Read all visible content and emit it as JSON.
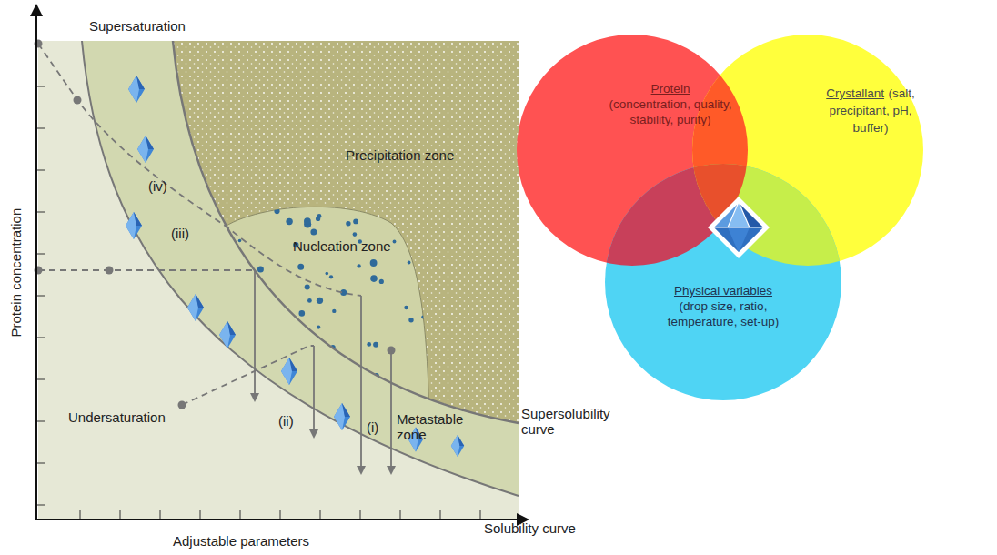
{
  "diagram": {
    "nodes": [
      {
        "text": [
          "Protein",
          "(concentration, quality, stability, purity)"
        ]
      },
      {
        "text": [
          "Crystallant",
          "(salt, precipitant, pH, buffer)"
        ]
      },
      {
        "text": [
          "Physical variables",
          "(drop size, ratio, temperature, set-up)"
        ]
      }
    ],
    "labels": [
      "Protein concentration",
      "Adjustable parameters",
      "Supersaturation",
      "Precipitation zone",
      "Nucleation zone",
      "(iv)",
      "(iii)",
      "(ii)",
      "(i)",
      "Undersaturation",
      "Metastable zone",
      "Supersolubility curve",
      "Solubility curve"
    ]
  }
}
